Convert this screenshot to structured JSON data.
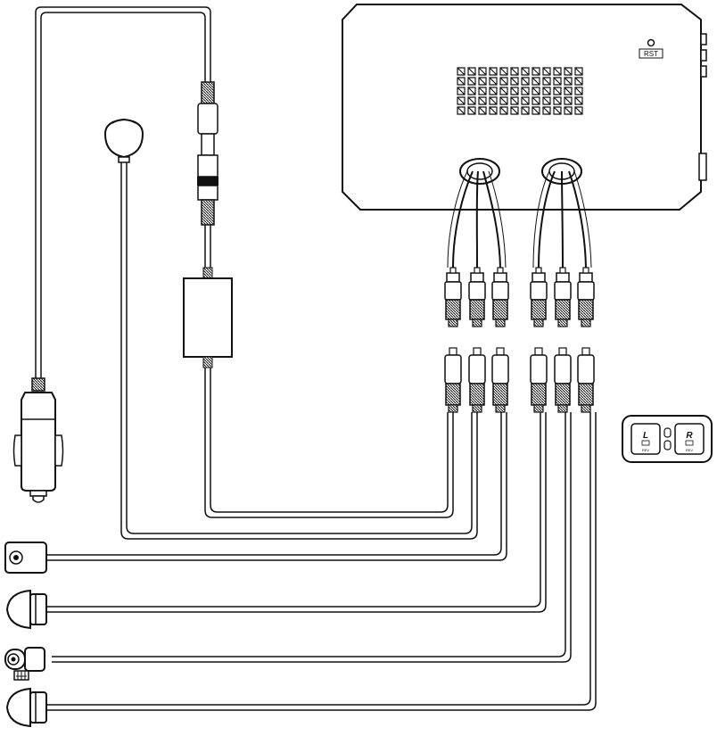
{
  "dvr_unit": {
    "reset_button_label": "RST"
  },
  "turn_signal_panel": {
    "left": {
      "letter": "L",
      "sub": "REV"
    },
    "right": {
      "letter": "R",
      "sub": "REV"
    }
  },
  "colors": {
    "line": "#1a1a1a",
    "background": "#ffffff"
  }
}
